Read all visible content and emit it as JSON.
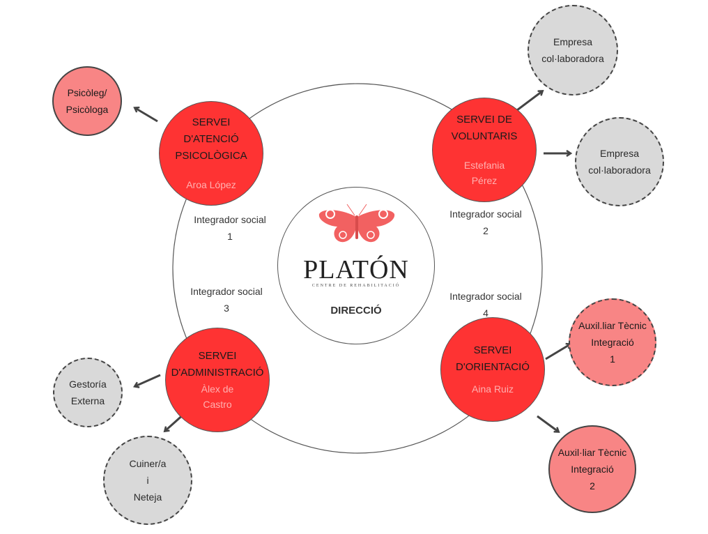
{
  "center": {
    "brand": "PLATÓN",
    "subtitle": "CENTRE DE REHABILITACIÓ",
    "title": "DIRECCIÓ"
  },
  "services": [
    {
      "title": [
        "SERVEI",
        "D'ATENCIÓ",
        "PSICOLÒGICA"
      ],
      "person": "Aroa López"
    },
    {
      "title": [
        "SERVEI DE",
        "VOLUNTARIS"
      ],
      "person": "Estefania Pérez"
    },
    {
      "title": [
        "SERVEI",
        "D'ADMINISTRACIÓ"
      ],
      "person": "Àlex de Castro"
    },
    {
      "title": [
        "SERVEI",
        "D'ORIENTACIÓ"
      ],
      "person": "Aina Ruiz"
    }
  ],
  "integrators": [
    {
      "label": "Integrador social",
      "num": "1"
    },
    {
      "label": "Integrador social",
      "num": "2"
    },
    {
      "label": "Integrador social",
      "num": "3"
    },
    {
      "label": "Integrador social",
      "num": "4"
    }
  ],
  "external": {
    "psicoleg": [
      "Psicòleg/",
      "Psicòloga"
    ],
    "empresa1": [
      "Empresa",
      "col·laboradora"
    ],
    "empresa2": [
      "Empresa",
      "col·laboradora"
    ],
    "gestoria": [
      "Gestoría",
      "Externa"
    ],
    "cuiner": [
      "Cuiner/a",
      "i",
      "Neteja"
    ],
    "auxiliar1": [
      "Auxil.liar Tècnic",
      "Integració",
      "1"
    ],
    "auxiliar2": [
      "Auxil·liar Tècnic",
      "Integració",
      "2"
    ]
  },
  "colors": {
    "service": "#fe3333",
    "staff": "#f88585",
    "external": "#d9d9d9",
    "person": "#ffb0b0"
  }
}
